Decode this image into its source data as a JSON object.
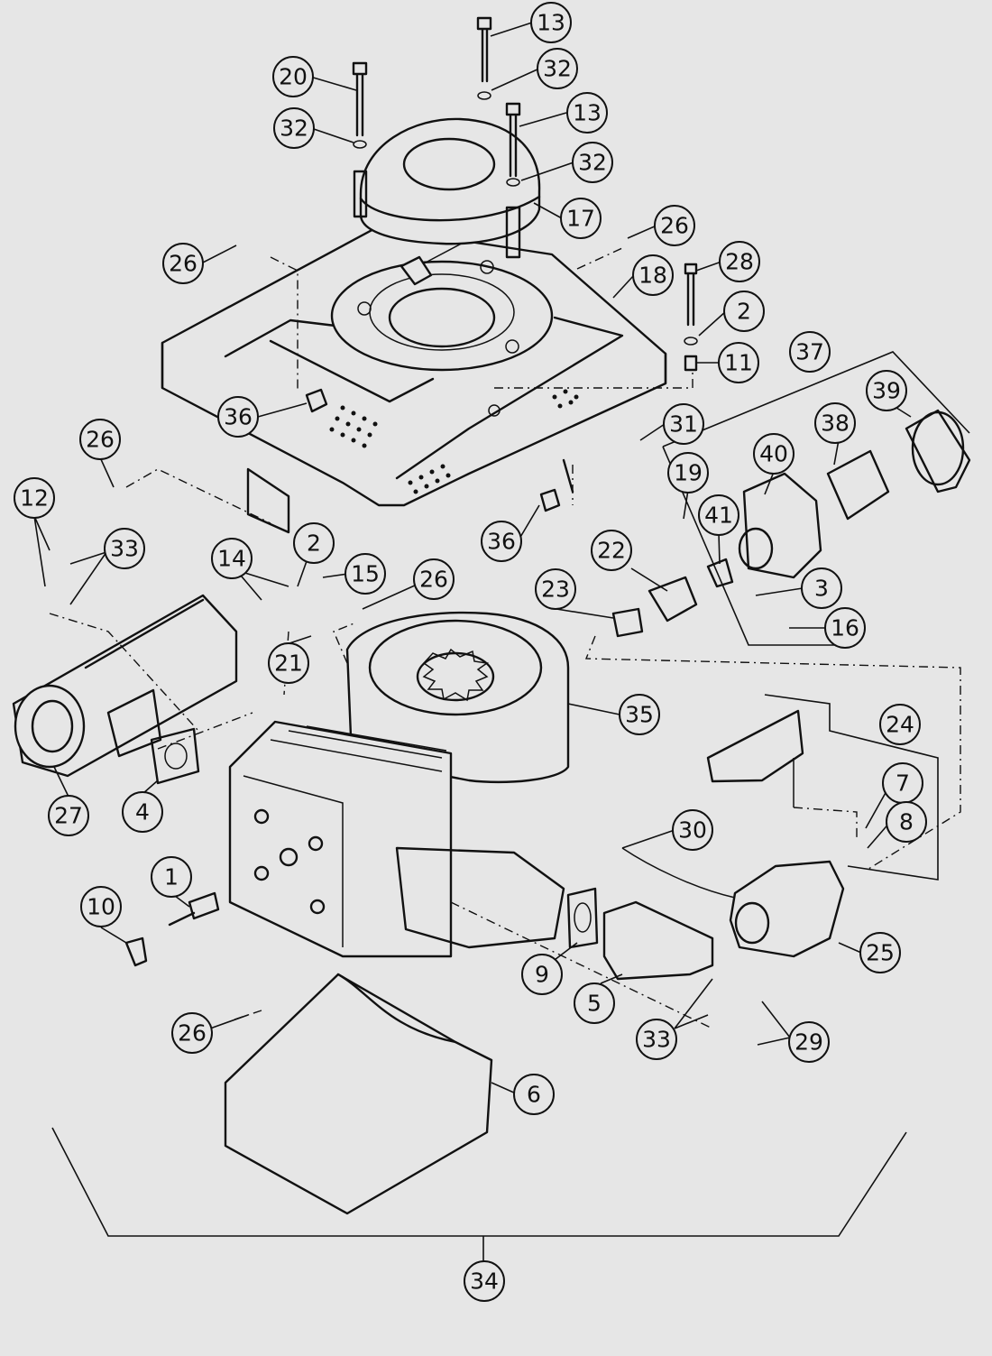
{
  "callouts": [
    {
      "id": "c13a",
      "label": "13"
    },
    {
      "id": "c20",
      "label": "20"
    },
    {
      "id": "c32a",
      "label": "32"
    },
    {
      "id": "c32b",
      "label": "32"
    },
    {
      "id": "c13b",
      "label": "13"
    },
    {
      "id": "c32c",
      "label": "32"
    },
    {
      "id": "c17",
      "label": "17"
    },
    {
      "id": "c26a",
      "label": "26"
    },
    {
      "id": "c26b",
      "label": "26"
    },
    {
      "id": "c18",
      "label": "18"
    },
    {
      "id": "c28",
      "label": "28"
    },
    {
      "id": "c2a",
      "label": "2"
    },
    {
      "id": "c37",
      "label": "37"
    },
    {
      "id": "c11",
      "label": "11"
    },
    {
      "id": "c36a",
      "label": "36"
    },
    {
      "id": "c39",
      "label": "39"
    },
    {
      "id": "c38",
      "label": "38"
    },
    {
      "id": "c31",
      "label": "31"
    },
    {
      "id": "c26c",
      "label": "26"
    },
    {
      "id": "c40",
      "label": "40"
    },
    {
      "id": "c19",
      "label": "19"
    },
    {
      "id": "c12",
      "label": "12"
    },
    {
      "id": "c41",
      "label": "41"
    },
    {
      "id": "c36b",
      "label": "36"
    },
    {
      "id": "c33a",
      "label": "33"
    },
    {
      "id": "c2b",
      "label": "2"
    },
    {
      "id": "c22",
      "label": "22"
    },
    {
      "id": "c14",
      "label": "14"
    },
    {
      "id": "c15",
      "label": "15"
    },
    {
      "id": "c26d",
      "label": "26"
    },
    {
      "id": "c23",
      "label": "23"
    },
    {
      "id": "c3",
      "label": "3"
    },
    {
      "id": "c16",
      "label": "16"
    },
    {
      "id": "c21",
      "label": "21"
    },
    {
      "id": "c35",
      "label": "35"
    },
    {
      "id": "c24",
      "label": "24"
    },
    {
      "id": "c27",
      "label": "27"
    },
    {
      "id": "c4",
      "label": "4"
    },
    {
      "id": "c7",
      "label": "7"
    },
    {
      "id": "c8",
      "label": "8"
    },
    {
      "id": "c30",
      "label": "30"
    },
    {
      "id": "c1",
      "label": "1"
    },
    {
      "id": "c10",
      "label": "10"
    },
    {
      "id": "c25",
      "label": "25"
    },
    {
      "id": "c9",
      "label": "9"
    },
    {
      "id": "c5",
      "label": "5"
    },
    {
      "id": "c26e",
      "label": "26"
    },
    {
      "id": "c33b",
      "label": "33"
    },
    {
      "id": "c29",
      "label": "29"
    },
    {
      "id": "c6",
      "label": "6"
    },
    {
      "id": "c34",
      "label": "34"
    }
  ]
}
